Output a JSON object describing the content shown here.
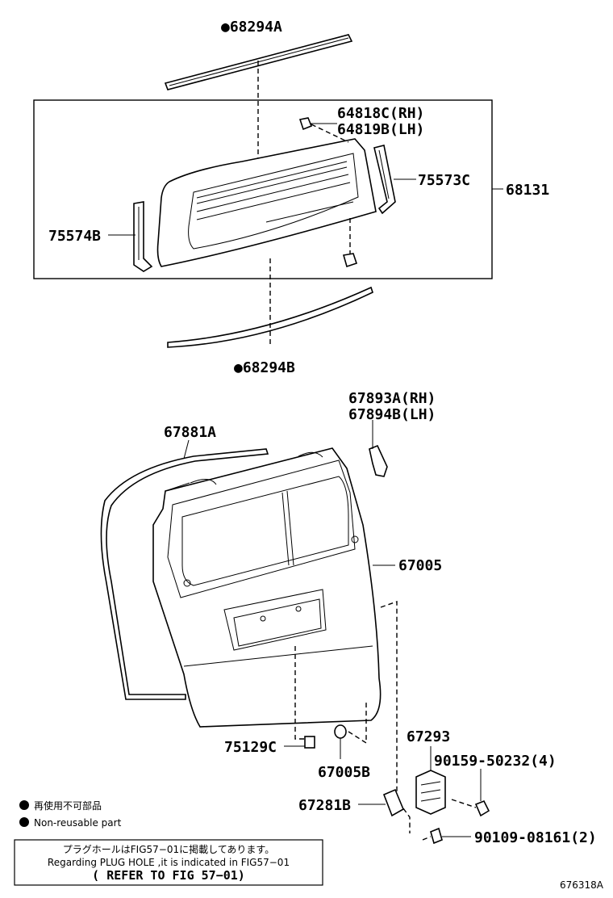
{
  "labels": {
    "moulding_upper": "●68294A",
    "clip_rh": "64818C(RH)",
    "clip_lh": "64819B(LH)",
    "garnish_rh": "75573C",
    "glass": "68131",
    "garnish_lh": "75574B",
    "moulding_lower": "●68294B",
    "hinge_rh": "67893A(RH)",
    "hinge_lh": "67894B(LH)",
    "weatherstrip": "67881A",
    "back_door_panel": "67005",
    "emblem": "75129C",
    "cushion": "67005B",
    "lock": "67293",
    "bolt_4": "90159-50232(4)",
    "striker": "67281B",
    "bolt_2": "90109-08161(2)"
  },
  "legend": {
    "item_jp": "再使用不可部品",
    "item_en": "Non-reusable part"
  },
  "note": {
    "line_jp": "プラグホールはFIG57−01に掲載してあります。",
    "line_en": "Regarding  PLUG HOLE  ,it is indicated  in  FIG57−01",
    "line_ref": "( REFER TO FIG 57−01)"
  },
  "figure_id": "676318A"
}
